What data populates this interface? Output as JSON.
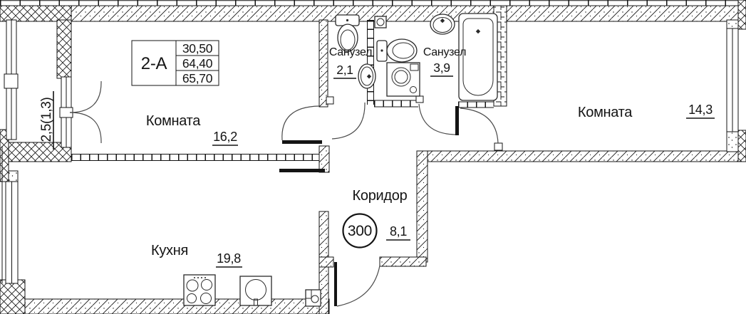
{
  "plan": {
    "colors": {
      "line": "#141414",
      "background": "#ffffff"
    },
    "unit_number": "300",
    "balcony_area": "2,5(1,3)",
    "spec_table": {
      "type": "2-А",
      "values": [
        "30,50",
        "64,40",
        "65,70"
      ]
    },
    "rooms": [
      {
        "name": "Комната",
        "area": "16,2"
      },
      {
        "name": "Комната",
        "area": "14,3"
      },
      {
        "name": "Кухня",
        "area": "19,8"
      },
      {
        "name": "Коридор",
        "area": "8,1"
      },
      {
        "name": "Санузел",
        "area": "2,1"
      },
      {
        "name": "Санузел",
        "area": "3,9"
      }
    ]
  }
}
